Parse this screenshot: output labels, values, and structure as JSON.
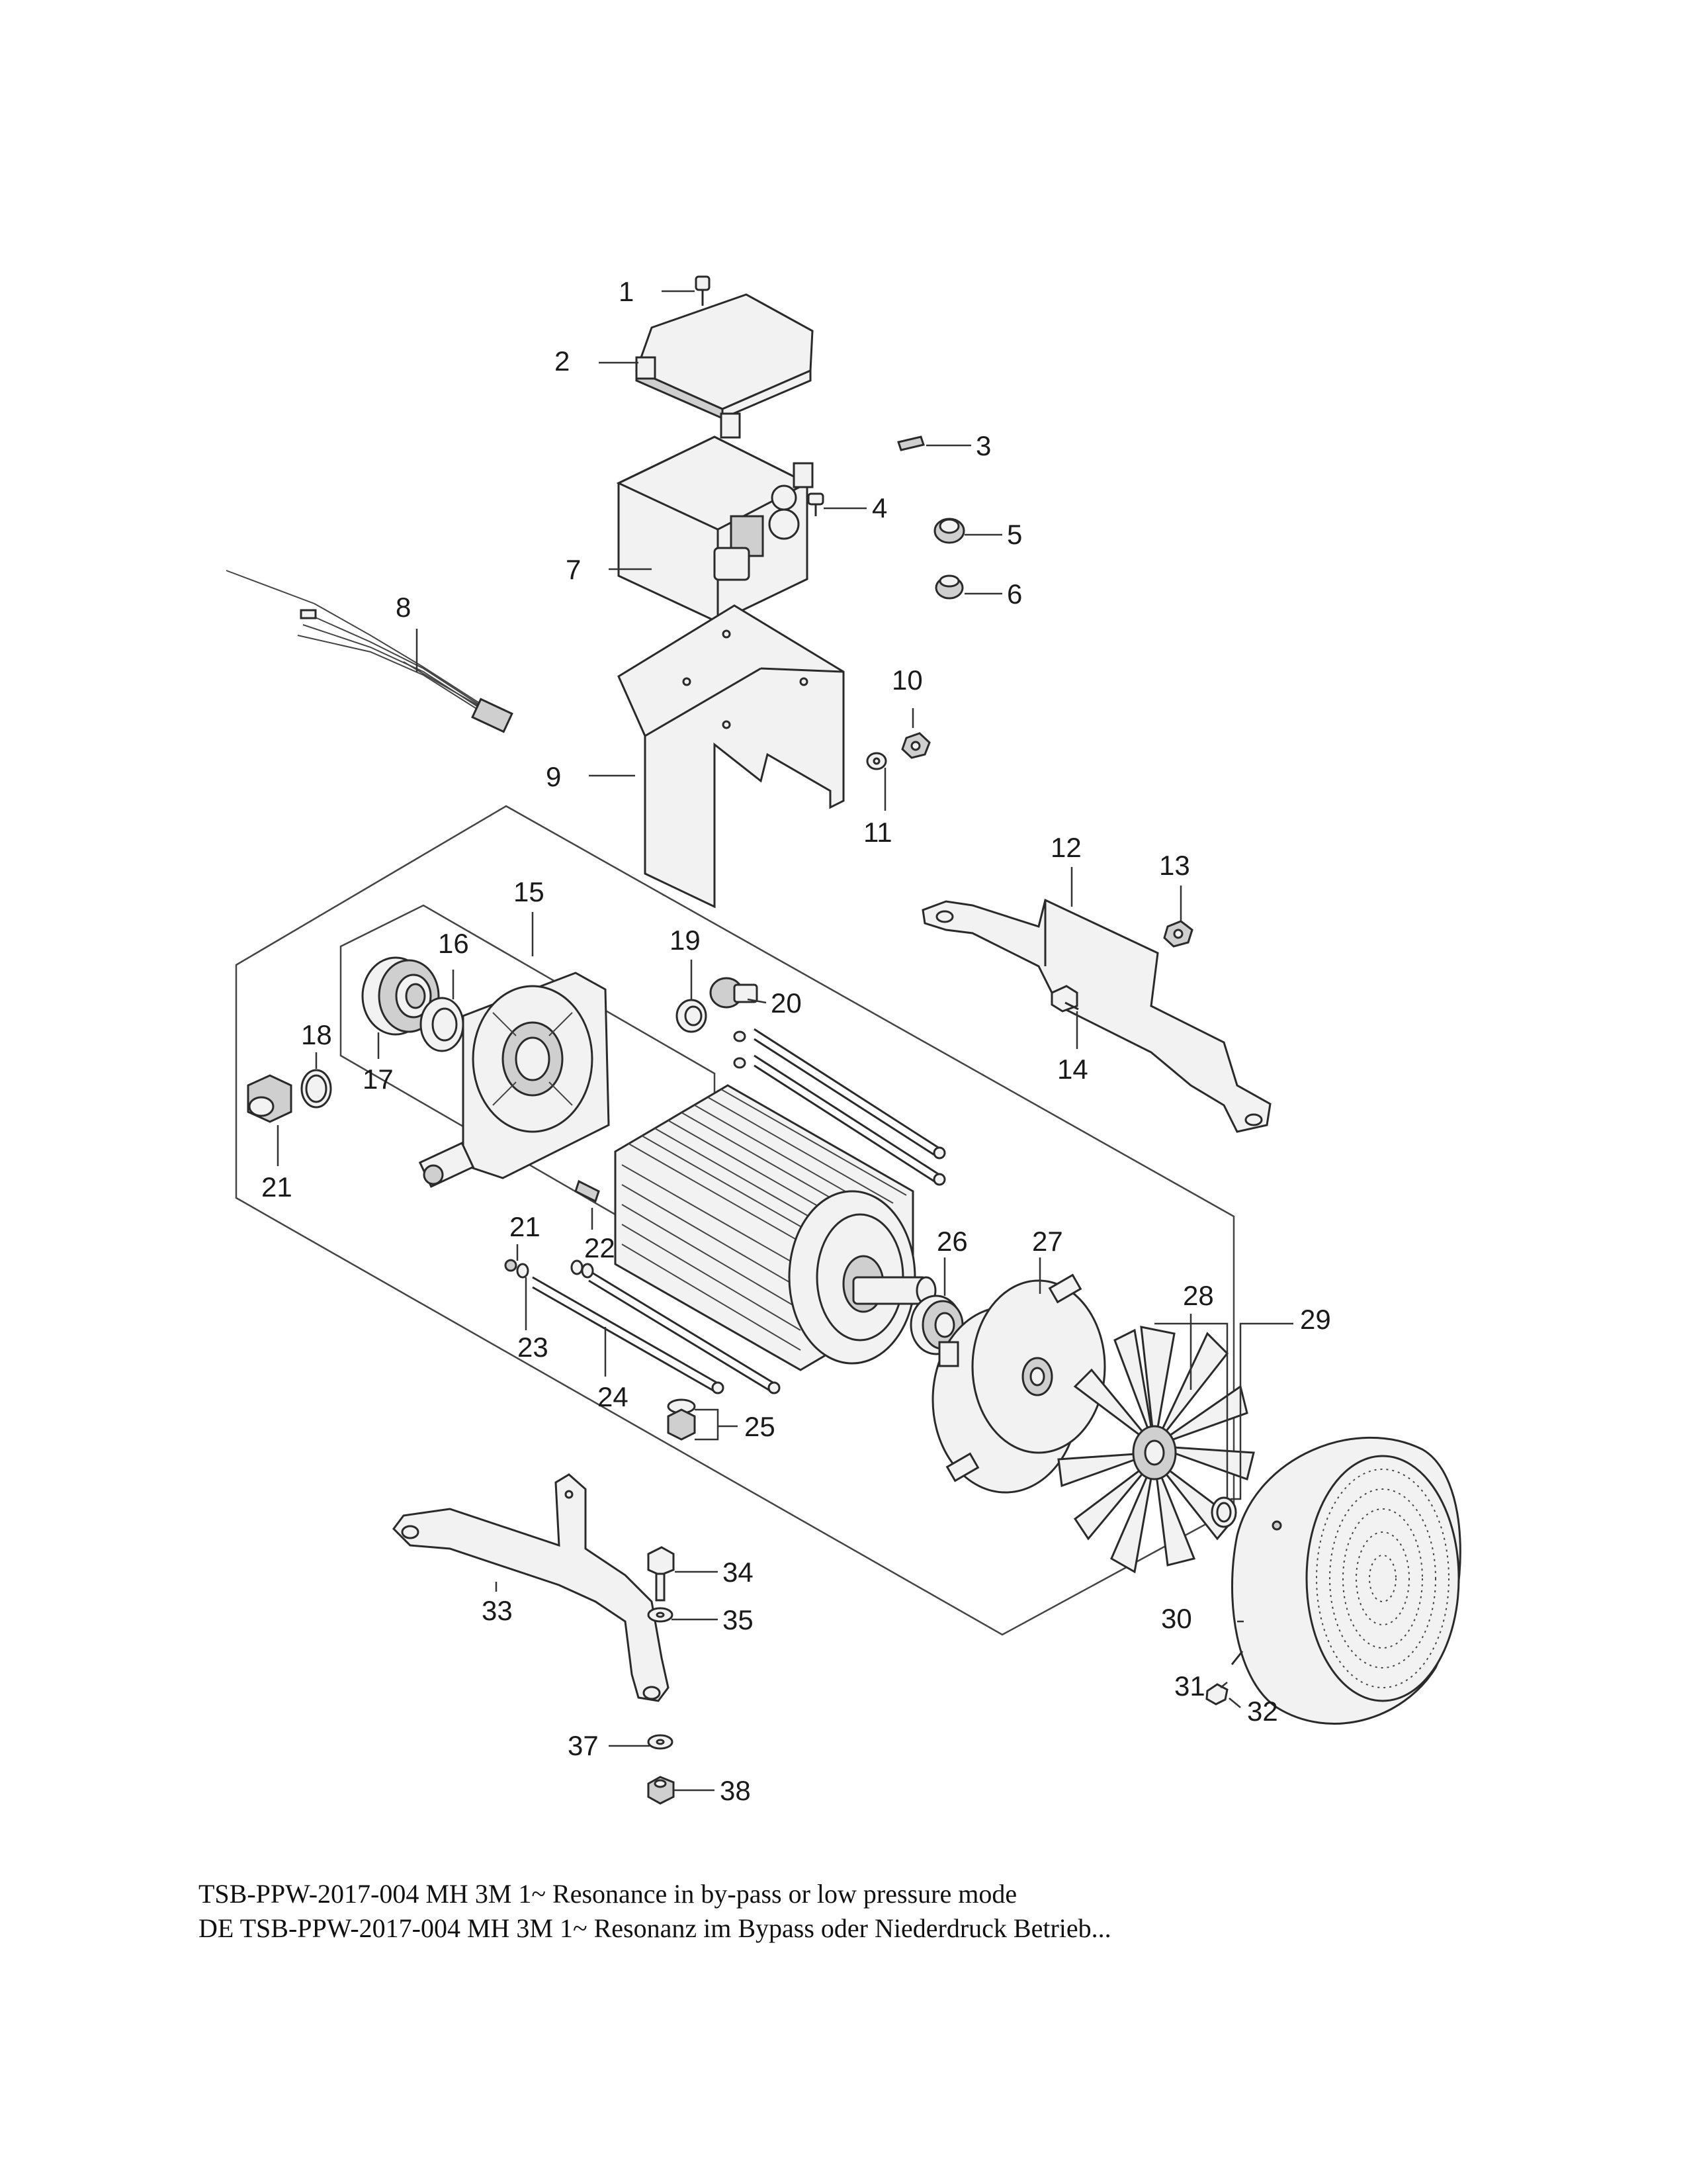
{
  "callouts": [
    {
      "id": "1",
      "label": "1"
    },
    {
      "id": "2",
      "label": "2"
    },
    {
      "id": "3",
      "label": "3"
    },
    {
      "id": "4",
      "label": "4"
    },
    {
      "id": "5",
      "label": "5"
    },
    {
      "id": "6",
      "label": "6"
    },
    {
      "id": "7",
      "label": "7"
    },
    {
      "id": "8",
      "label": "8"
    },
    {
      "id": "9",
      "label": "9"
    },
    {
      "id": "10",
      "label": "10"
    },
    {
      "id": "11",
      "label": "11"
    },
    {
      "id": "12",
      "label": "12"
    },
    {
      "id": "13",
      "label": "13"
    },
    {
      "id": "14",
      "label": "14"
    },
    {
      "id": "15",
      "label": "15"
    },
    {
      "id": "16",
      "label": "16"
    },
    {
      "id": "17",
      "label": "17"
    },
    {
      "id": "18",
      "label": "18"
    },
    {
      "id": "19",
      "label": "19"
    },
    {
      "id": "20",
      "label": "20"
    },
    {
      "id": "21a",
      "label": "21"
    },
    {
      "id": "21b",
      "label": "21"
    },
    {
      "id": "22",
      "label": "22"
    },
    {
      "id": "23",
      "label": "23"
    },
    {
      "id": "24",
      "label": "24"
    },
    {
      "id": "25",
      "label": "25"
    },
    {
      "id": "26",
      "label": "26"
    },
    {
      "id": "27",
      "label": "27"
    },
    {
      "id": "28",
      "label": "28"
    },
    {
      "id": "29",
      "label": "29"
    },
    {
      "id": "30",
      "label": "30"
    },
    {
      "id": "31",
      "label": "31"
    },
    {
      "id": "32",
      "label": "32"
    },
    {
      "id": "33",
      "label": "33"
    },
    {
      "id": "34",
      "label": "34"
    },
    {
      "id": "35",
      "label": "35"
    },
    {
      "id": "37",
      "label": "37"
    },
    {
      "id": "38",
      "label": "38"
    }
  ],
  "notes": {
    "line1": "TSB-PPW-2017-004 MH 3M 1~ Resonance in by-pass or low pressure mode",
    "line2": "DE TSB-PPW-2017-004 MH 3M 1~ Resonanz im Bypass oder Niederdruck Betrieb..."
  }
}
